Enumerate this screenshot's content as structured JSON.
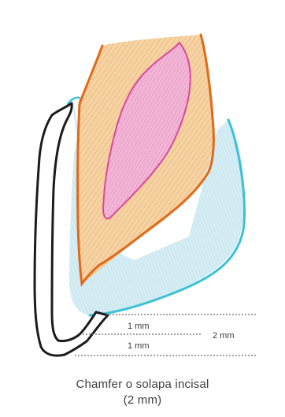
{
  "diagram": {
    "dimensions": {
      "upper": "1 mm",
      "lower": "1 mm",
      "total": "2 mm"
    },
    "colors": {
      "background": "#ffffff",
      "dentin": "#f3c991",
      "pulp": "#ee9fc8",
      "enamel": "#c9e6ef",
      "dentin_outline": "#e06a1c",
      "pulp_outline": "#d84a9a",
      "enamel_outline": "#3cc1d6",
      "crown_outline": "#1c1c1c",
      "dimension_lines": "#6a6a6a"
    }
  },
  "caption": {
    "line1": "Chamfer o solapa incisal",
    "line2": "(2 mm)"
  }
}
